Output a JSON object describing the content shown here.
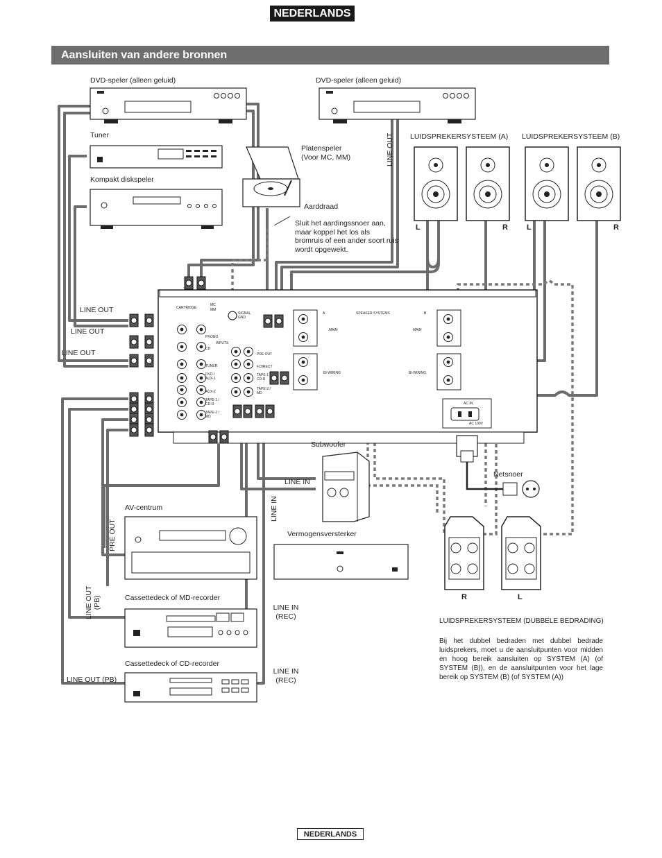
{
  "header": {
    "language_badge": "NEDERLANDS"
  },
  "section": {
    "title": "Aansluiten van andere bronnen"
  },
  "devices": {
    "dvd_left": "DVD-speler (alleen geluid)",
    "dvd_right": "DVD-speler (alleen geluid)",
    "tuner": "Tuner",
    "cd_player": "Kompakt diskspeler",
    "turntable": "Platenspeler\n(Voor MC, MM)",
    "speaker_a": "LUIDSPREKERSYSTEEM (A)",
    "speaker_b": "LUIDSPREKERSYSTEEM (B)",
    "subwoofer": "Subwoofer",
    "power_amp": "Vermogensversterker",
    "av_center": "AV-centrum",
    "md_deck": "Cassettedeck of MD-recorder",
    "cd_deck": "Cassettedeck of CD-recorder",
    "mains_cord": "Netsnoer"
  },
  "ground": {
    "label": "Aarddraad",
    "note": "Sluit het aardingssnoer aan, maar koppel het los als bromruis of een ander soort ruis wordt opgewekt."
  },
  "connections": {
    "line_out_1": "LINE OUT",
    "line_out_2": "LINE OUT",
    "line_out_3": "LINE OUT",
    "line_out_dvd": "LINE OUT",
    "line_in_sub": "LINE IN",
    "line_in_amp": "LINE IN",
    "pre_out": "PRE OUT",
    "line_out_pb_side": "LINE OUT\n(PB)",
    "line_in_rec_1": "LINE IN\n(REC)",
    "line_in_rec_2": "LINE IN\n(REC)",
    "line_out_pb_bottom": "LINE OUT (PB)"
  },
  "channels": {
    "speaker_a_left": "L",
    "speaker_a_right": "R",
    "speaker_b_left": "L",
    "speaker_b_right": "R",
    "biwire_right": "R",
    "biwire_left": "L"
  },
  "panel_labels": {
    "inputs": "INPUTS",
    "speaker_systems": "SPEAKER SYSTEMS",
    "main_left": "MAIN",
    "main_right": "MAIN",
    "biwiring_left": "BI-WIRING",
    "biwiring_right": "BI-WIRING",
    "ac_in": "AC IN",
    "signal_gnd": "SIGNAL GND",
    "cartridge": "CARTRIDGE",
    "mc": "MC",
    "mm": "MM",
    "phono": "PHONO",
    "cd": "CD",
    "tuner": "TUNER",
    "dvd_aux1": "DVD / AUX-1",
    "aux2": "AUX-2",
    "tape1": "TAPE-1 / CD-R",
    "tape2": "TAPE-2 / MD",
    "pre_out": "PRE OUT",
    "f_direct": "F.DIRECT",
    "tape1_small": "TAPE-1 / CD-R",
    "tape2_small": "TAPE-2 / MD",
    "voltage": "AC 100V",
    "a": "A",
    "b": "B"
  },
  "biwire_note": {
    "title": "LUIDSPREKERSYSTEEM (DUBBELE BEDRADING)",
    "body": "Bij het dubbel bedraden met dubbel bedrade luidsprekers, moet u de aansluitpunten voor midden en hoog bereik aansluiten op SYSTEM (A) (of SYSTEM (B)), en de aansluitpunten voor het lage bereik op SYSTEM (B) (of SYSTEM (A))"
  },
  "footer": {
    "language_badge": "NEDERLANDS"
  },
  "colors": {
    "cable": "#6b6b6b",
    "dotted": "#7a7a7a",
    "section_bar": "#6e6e6e",
    "badge": "#1a1a1a"
  }
}
